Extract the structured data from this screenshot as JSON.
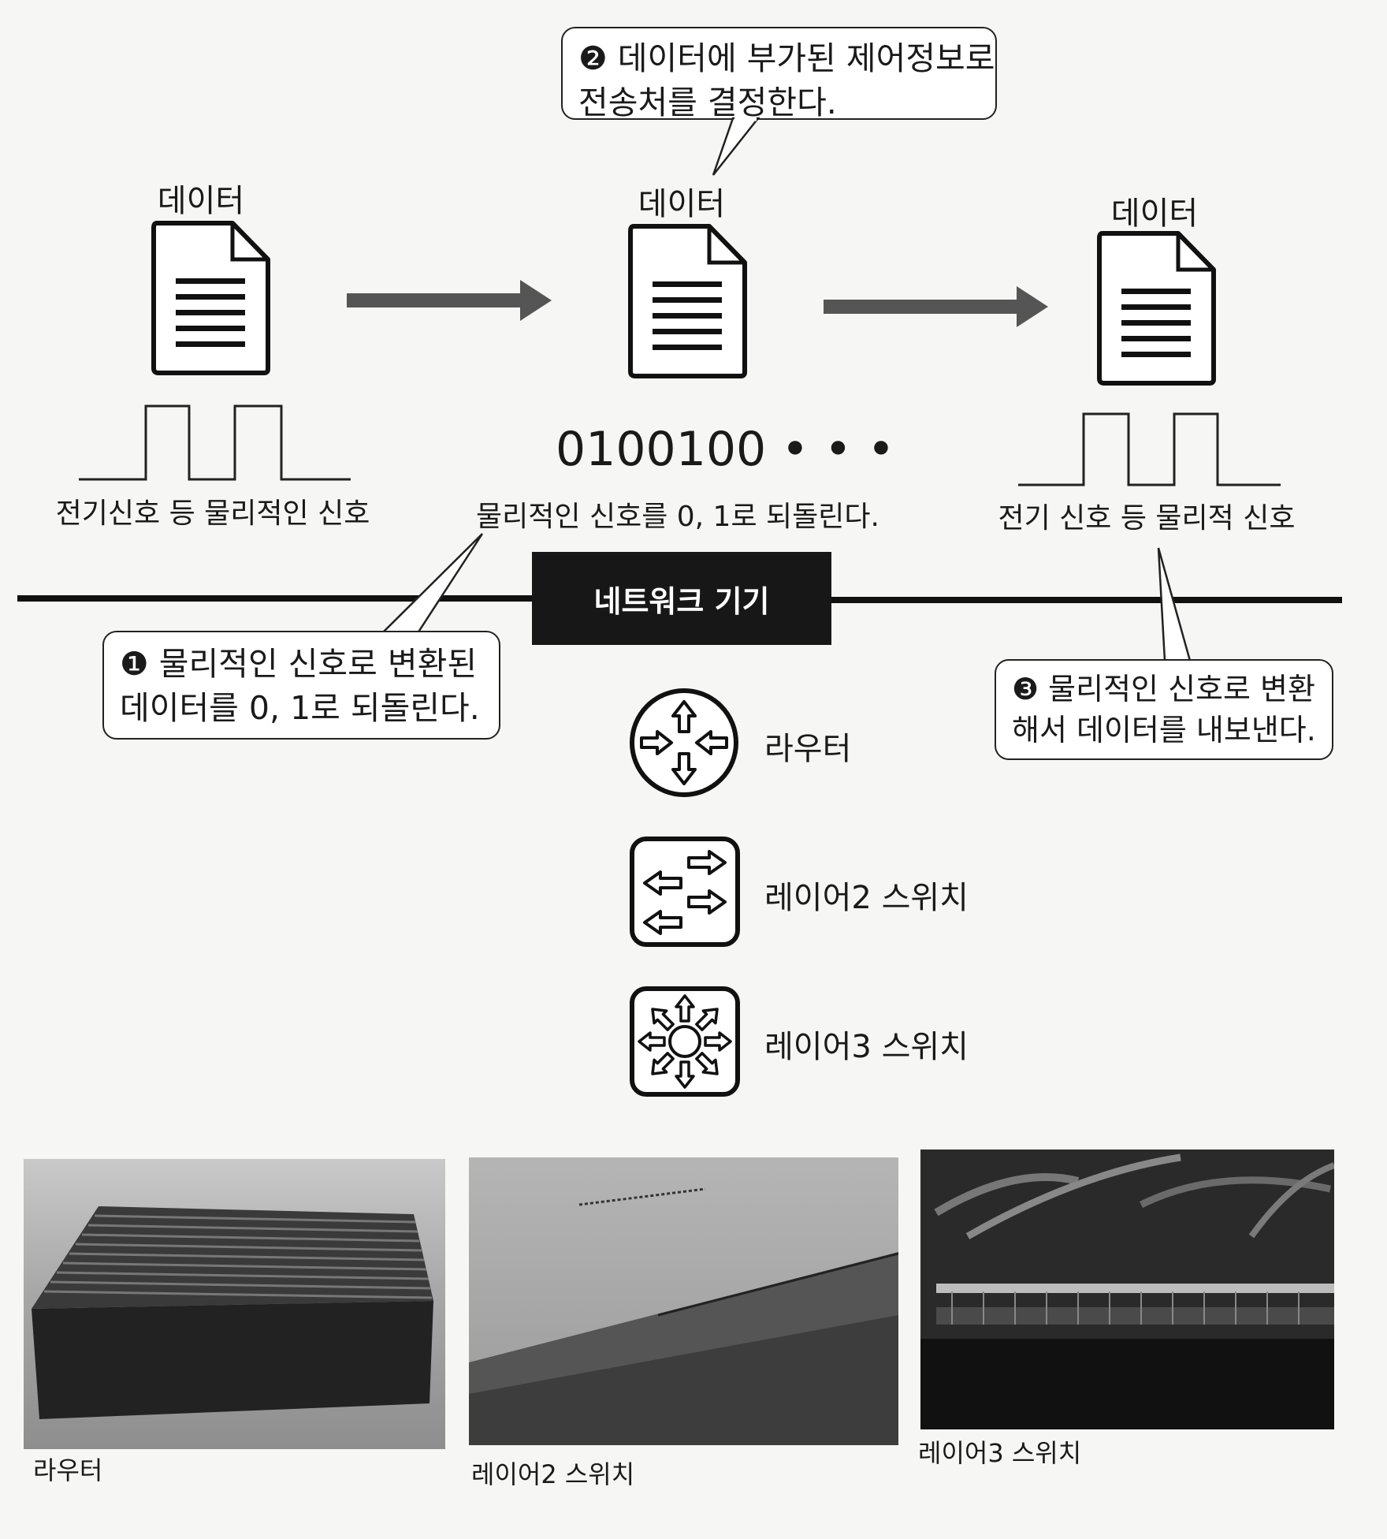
{
  "data_labels": [
    "데이터",
    "데이터",
    "데이터"
  ],
  "binary_text": "0100100 • • •",
  "signal_labels": {
    "left": "전기신호 등 물리적인 신호",
    "middle": "물리적인 신호를 0, 1로 되돌린다.",
    "right": "전기 신호 등 물리적 신호"
  },
  "callouts": {
    "c1": [
      "❶ 물리적인 신호로 변환된",
      "데이터를 0, 1로 되돌린다."
    ],
    "c2": [
      "❷ 데이터에 부가된 제어정보로",
      "전송처를 결정한다."
    ],
    "c3": [
      "❸ 물리적인 신호로 변환",
      "해서 데이터를 내보낸다."
    ]
  },
  "network_device": "네트워크 기기",
  "legend": {
    "router": "라우터",
    "l2": "레이어2 스위치",
    "l3": "레이어3 스위치"
  },
  "photos": {
    "router": "라우터",
    "l2": "레이어2 스위치",
    "l3": "레이어3 스위치"
  }
}
